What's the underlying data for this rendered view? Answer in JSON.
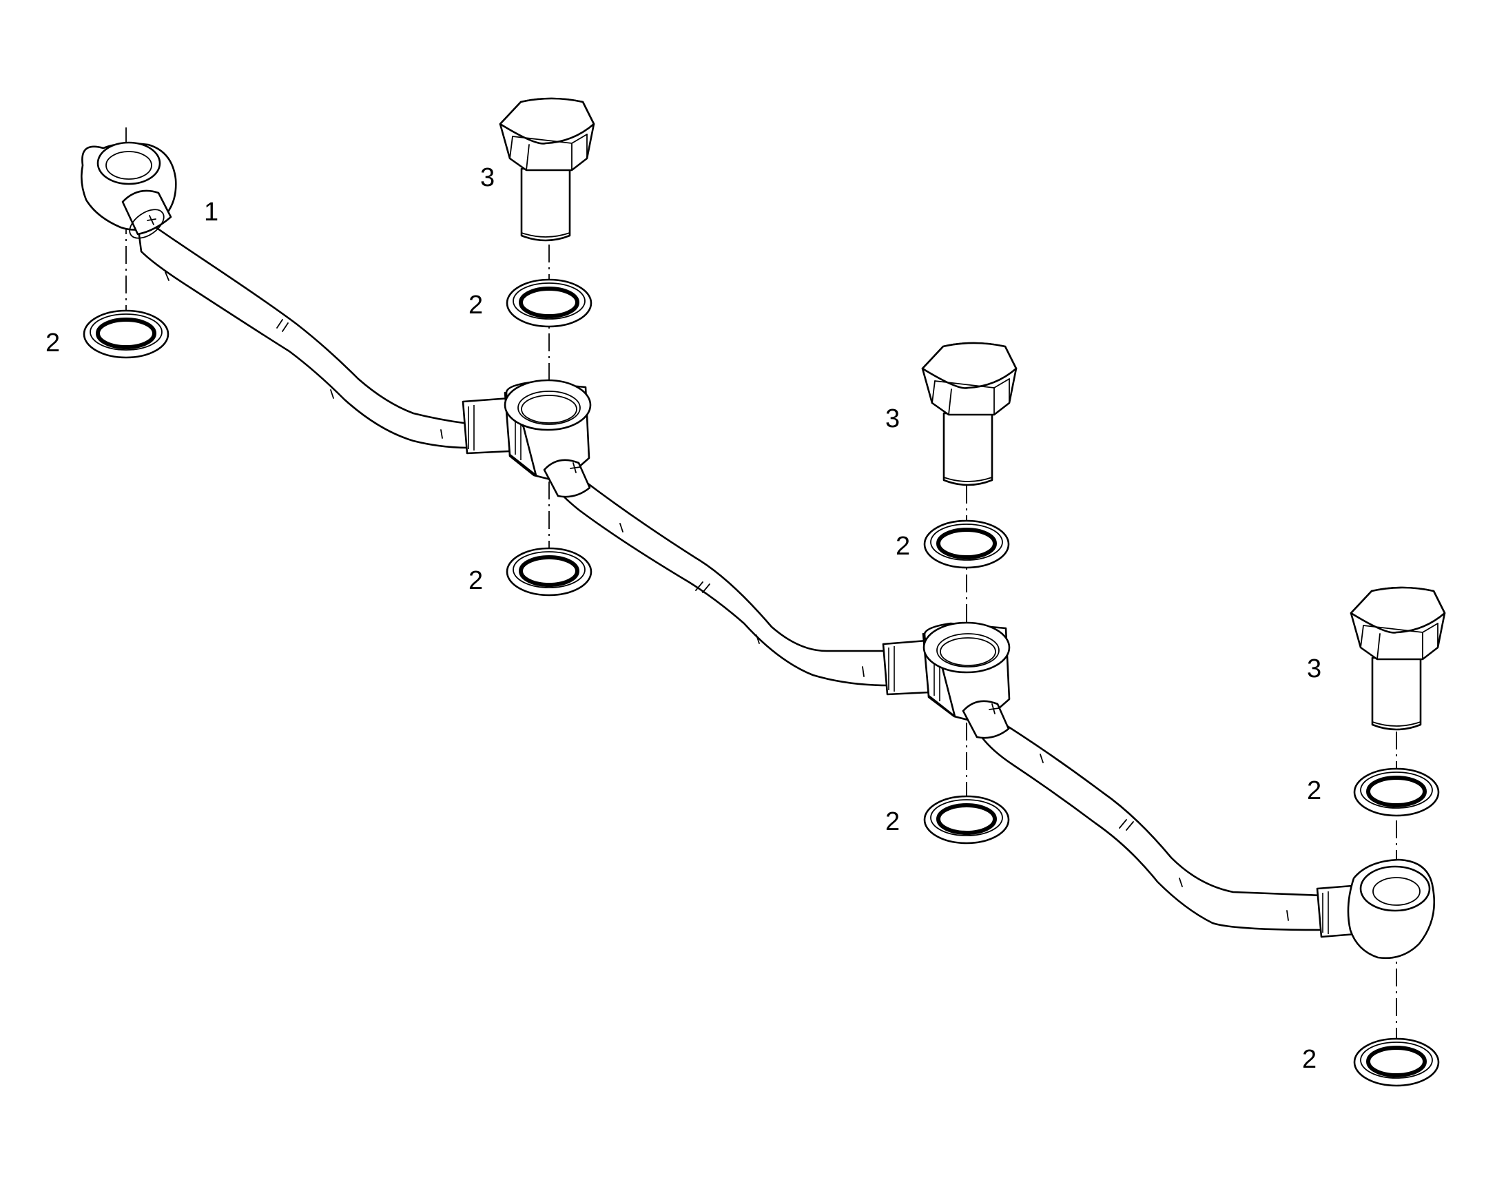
{
  "callouts": [
    {
      "id": "c1",
      "text": "1"
    },
    {
      "id": "c2a",
      "text": "2"
    },
    {
      "id": "c2b",
      "text": "2"
    },
    {
      "id": "c2c",
      "text": "2"
    },
    {
      "id": "c2d",
      "text": "2"
    },
    {
      "id": "c2e",
      "text": "2"
    },
    {
      "id": "c2f",
      "text": "2"
    },
    {
      "id": "c2g",
      "text": "2"
    },
    {
      "id": "c2h",
      "text": "2"
    },
    {
      "id": "c3a",
      "text": "3"
    },
    {
      "id": "c3b",
      "text": "3"
    },
    {
      "id": "c3c",
      "text": "3"
    }
  ]
}
